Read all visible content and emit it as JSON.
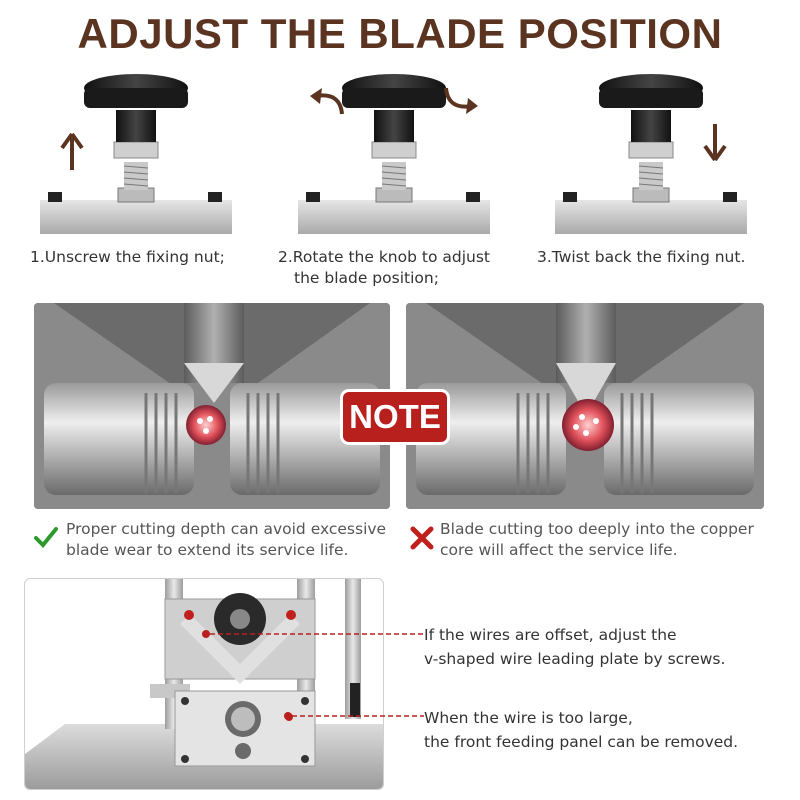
{
  "title": "ADJUST THE BLADE POSITION",
  "steps": [
    {
      "caption_lines": [
        "1.Unscrew the fixing nut;"
      ]
    },
    {
      "caption_lines": [
        "2.Rotate the knob to adjust",
        "the blade position;"
      ]
    },
    {
      "caption_lines": [
        "3.Twist back the fixing nut."
      ]
    }
  ],
  "note_label": "NOTE",
  "comparison": {
    "good": {
      "lines": [
        "Proper cutting depth can avoid excessive",
        "blade wear to extend its service life."
      ],
      "icon": "check-icon",
      "color": "#2e9a2e"
    },
    "bad": {
      "lines": [
        "Blade cutting too deeply into the copper",
        "core will affect the service life."
      ],
      "icon": "cross-icon",
      "color": "#c0201c"
    }
  },
  "annotations": [
    {
      "lines": [
        "If the wires are offset, adjust the",
        "v-shaped wire leading plate by screws."
      ]
    },
    {
      "lines": [
        "When the wire is too large,",
        "the front feeding panel can be removed."
      ]
    }
  ],
  "colors": {
    "title": "#5a3420",
    "arrow": "#5a3420",
    "note_bg": "#b8201e",
    "leader": "#b8201e"
  }
}
